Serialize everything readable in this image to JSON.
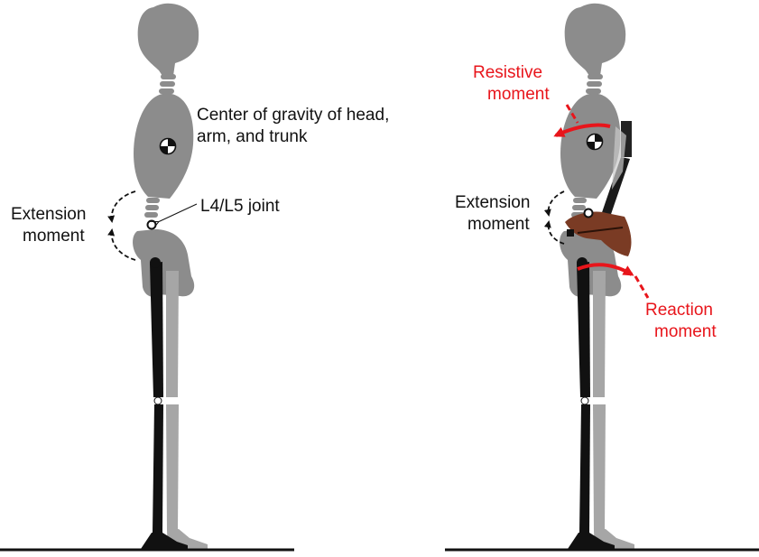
{
  "colors": {
    "body_gray": "#8c8c8c",
    "leg_dark": "#111111",
    "leg_light": "#a6a6a6",
    "label_black": "#111111",
    "label_red": "#e8151b",
    "orthosis_brown": "#7a3b24"
  },
  "left_panel": {
    "cog_label_line1": "Center of gravity of head,",
    "cog_label_line2": "arm, and trunk",
    "joint_label": "L4/L5 joint",
    "extension_line1": "Extension",
    "extension_line2": "moment"
  },
  "right_panel": {
    "resistive_line1": "Resistive",
    "resistive_line2": "moment",
    "extension_line1": "Extension",
    "extension_line2": "moment",
    "reaction_line1": "Reaction",
    "reaction_line2": "moment"
  }
}
